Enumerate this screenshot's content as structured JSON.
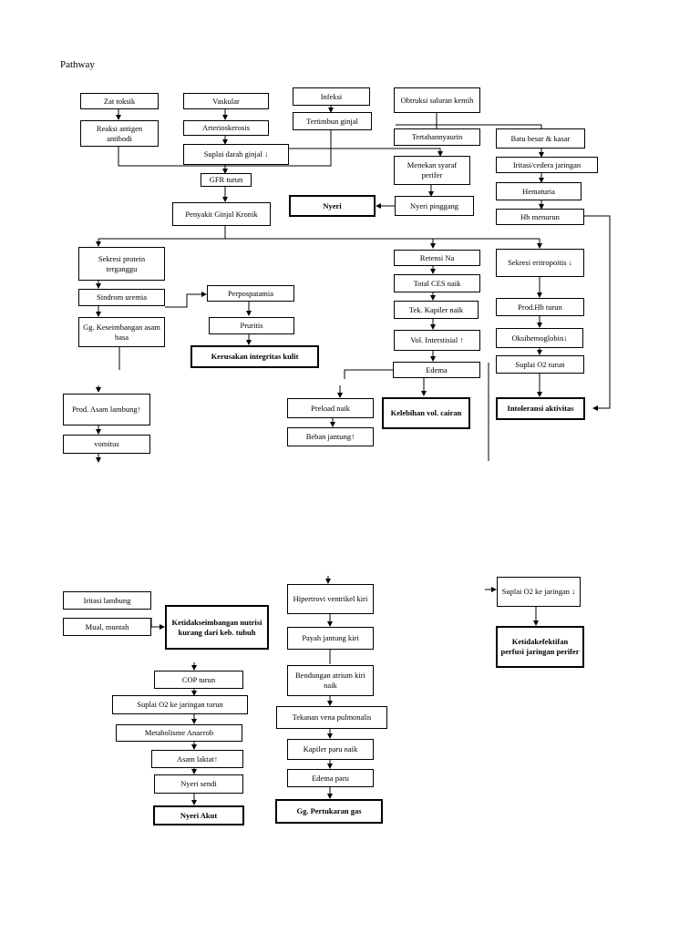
{
  "title": "Pathway",
  "nodes": {
    "zat_toksik": "Zat toksik",
    "vaskular": "Vaskular",
    "infeksi": "Infeksi",
    "obstruksi": "Obtruksi saluran kemih",
    "reaksi_antigen": "Reaksi antigen antibodi",
    "arterioskerosis": "Arterioskerosis",
    "tertimbun_ginjal": "Tertimbun ginjal",
    "tertahannyaurin": "Tertahannyaurin",
    "batu_besar": "Batu besar & kasar",
    "suplai_darah": "Suplai darah ginjal ↓",
    "menekan_syaraf": "Menekan syaraf perifer",
    "iritasi_cedera": "Iritasi/cedera jaringan",
    "gfr_turun": "GFR turun",
    "hematuria": "Hematuria",
    "nyeri": "Nyeri",
    "nyeri_pinggang": "Nyeri pinggang",
    "penyakit_ginjal": "Penyakit Ginjal Kronik",
    "hb_menurun": "Hb menurun",
    "sekresi_protein": "Sekresi protein terganggu",
    "retensi_na": "Retensi Na",
    "sekresi_eritropoitis": "Sekresi eritropoitis ↓",
    "total_ces": "Total CES naik",
    "sindrom_uremia": "Sindrom uremia",
    "perpospatamia": "Perpospatamia",
    "tek_kapiler": "Tek. Kapiler naik",
    "prod_hb": "Prod.Hb turun",
    "gg_keseimbangan": "Gg. Keseimbangan asam basa",
    "pruritis": "Pruritis",
    "vol_interstisial": "Vol. Interstisial ↑",
    "oksihemoglobin": "Oksihemoglobin↓",
    "kerusakan_kulit": "Kerusakan integritas kulit",
    "edema": "Edema",
    "suplai_o2_turun": "Suplai O2 turun",
    "prod_asam": "Prod. Asam lambung↑",
    "preload_naik": "Preload naik",
    "kelebihan_vol": "Kelebihan vol. cairan",
    "intoleransi": "Intoleransi aktivitas",
    "beban_jantung": "Beban jantung↑",
    "vomitus": "vomitus",
    "iritasi_lambung": "Iritasi lambung",
    "mual_muntah": "Mual, muntah",
    "ketidakseimbangan": "Ketidakseimbangan nutrisi kurang dari keb. tubuh",
    "hipertrovi": "Hipertrovi ventrikel kiri",
    "suplai_o2_jaringan": "Suplai O2 ke jaringan ↓",
    "ketidakefektifan": "Ketidakefektifan perfusi jaringan perifer",
    "payah_jantung": "Payah jantung kiri",
    "cop_turun": "COP turun",
    "bendungan_atrium": "Bendungan atrium kiri naik",
    "suplai_o2_jaringan_turun": "Suplai O2 ke jaringan turun",
    "metabolisme": "Metabolisme Anaerob",
    "tekanan_vena": "Tekanan vena pulmonalis",
    "asam_laktat": "Asam laktat↑",
    "kapiler_paru": "Kapiler paru naik",
    "nyeri_sendi": "Nyeri sendi",
    "edema_paru": "Edema paru",
    "nyeri_akut": "Nyeri Akut",
    "gg_pertukaran": "Gg. Pertukaran gas"
  }
}
